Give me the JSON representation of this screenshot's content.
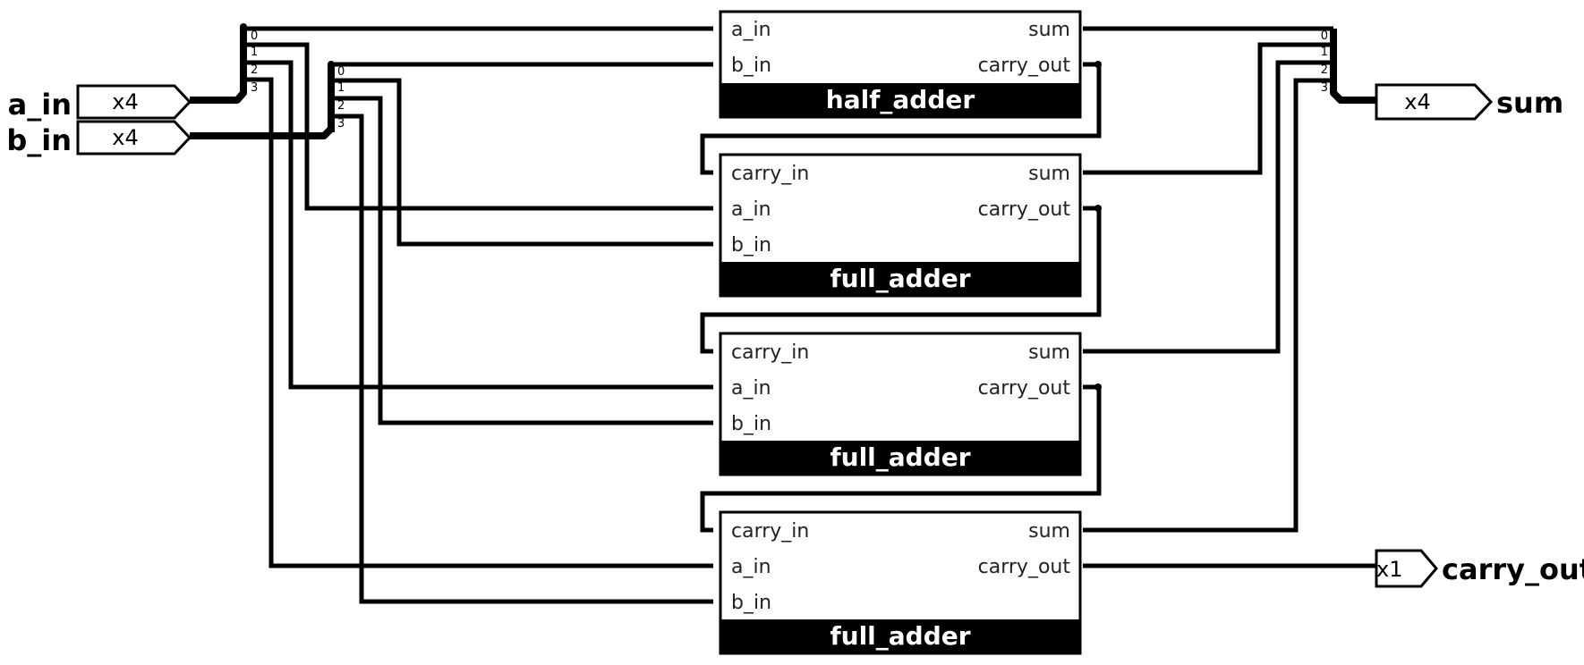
{
  "inputs": [
    {
      "name": "a_in",
      "width": "x4"
    },
    {
      "name": "b_in",
      "width": "x4"
    }
  ],
  "outputs": [
    {
      "name": "sum",
      "width": "x4"
    },
    {
      "name": "carry_out",
      "width": "x1"
    }
  ],
  "bit_labels": [
    "0",
    "1",
    "2",
    "3"
  ],
  "blocks": [
    {
      "type": "half_adder",
      "left_ports": [
        "a_in",
        "b_in"
      ],
      "right_ports": [
        "sum",
        "carry_out"
      ]
    },
    {
      "type": "full_adder",
      "left_ports": [
        "carry_in",
        "a_in",
        "b_in"
      ],
      "right_ports": [
        "sum",
        "carry_out"
      ]
    },
    {
      "type": "full_adder",
      "left_ports": [
        "carry_in",
        "a_in",
        "b_in"
      ],
      "right_ports": [
        "sum",
        "carry_out"
      ]
    },
    {
      "type": "full_adder",
      "left_ports": [
        "carry_in",
        "a_in",
        "b_in"
      ],
      "right_ports": [
        "sum",
        "carry_out"
      ]
    }
  ]
}
